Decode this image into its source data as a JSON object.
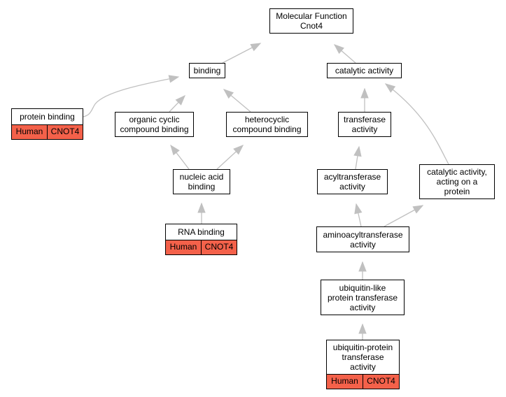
{
  "nodes": {
    "root": {
      "lines": [
        "Molecular Function",
        "Cnot4"
      ]
    },
    "binding": {
      "lines": [
        "binding"
      ]
    },
    "catalytic": {
      "lines": [
        "catalytic activity"
      ]
    },
    "protein_binding": {
      "lines": [
        "protein binding"
      ],
      "annotation": {
        "species": "Human",
        "gene": "CNOT4"
      }
    },
    "organic_cyclic": {
      "lines": [
        "organic cyclic",
        "compound binding"
      ]
    },
    "heterocyclic": {
      "lines": [
        "heterocyclic",
        "compound binding"
      ]
    },
    "transferase": {
      "lines": [
        "transferase",
        "activity"
      ]
    },
    "nucleic_acid": {
      "lines": [
        "nucleic acid",
        "binding"
      ]
    },
    "acyltransferase": {
      "lines": [
        "acyltransferase",
        "activity"
      ]
    },
    "catalytic_protein": {
      "lines": [
        "catalytic activity,",
        "acting on a",
        "protein"
      ]
    },
    "rna_binding": {
      "lines": [
        "RNA binding"
      ],
      "annotation": {
        "species": "Human",
        "gene": "CNOT4"
      }
    },
    "aminoacyltransferase": {
      "lines": [
        "aminoacyltransferase",
        "activity"
      ]
    },
    "ubiquitin_like": {
      "lines": [
        "ubiquitin-like",
        "protein transferase",
        "activity"
      ]
    },
    "ubiquitin_protein": {
      "lines": [
        "ubiquitin-protein",
        "transferase",
        "activity"
      ],
      "annotation": {
        "species": "Human",
        "gene": "CNOT4"
      }
    }
  },
  "edges": [
    [
      "binding",
      "root"
    ],
    [
      "catalytic",
      "root"
    ],
    [
      "protein_binding",
      "binding"
    ],
    [
      "organic_cyclic",
      "binding"
    ],
    [
      "heterocyclic",
      "binding"
    ],
    [
      "nucleic_acid",
      "organic_cyclic"
    ],
    [
      "nucleic_acid",
      "heterocyclic"
    ],
    [
      "rna_binding",
      "nucleic_acid"
    ],
    [
      "transferase",
      "catalytic"
    ],
    [
      "catalytic_protein",
      "catalytic"
    ],
    [
      "acyltransferase",
      "transferase"
    ],
    [
      "aminoacyltransferase",
      "acyltransferase"
    ],
    [
      "aminoacyltransferase",
      "catalytic_protein"
    ],
    [
      "ubiquitin_like",
      "aminoacyltransferase"
    ],
    [
      "ubiquitin_protein",
      "ubiquitin_like"
    ]
  ],
  "colors": {
    "edge": "#c0c0c0",
    "annotation_fill": "#f4614a",
    "node_border": "#000000"
  }
}
